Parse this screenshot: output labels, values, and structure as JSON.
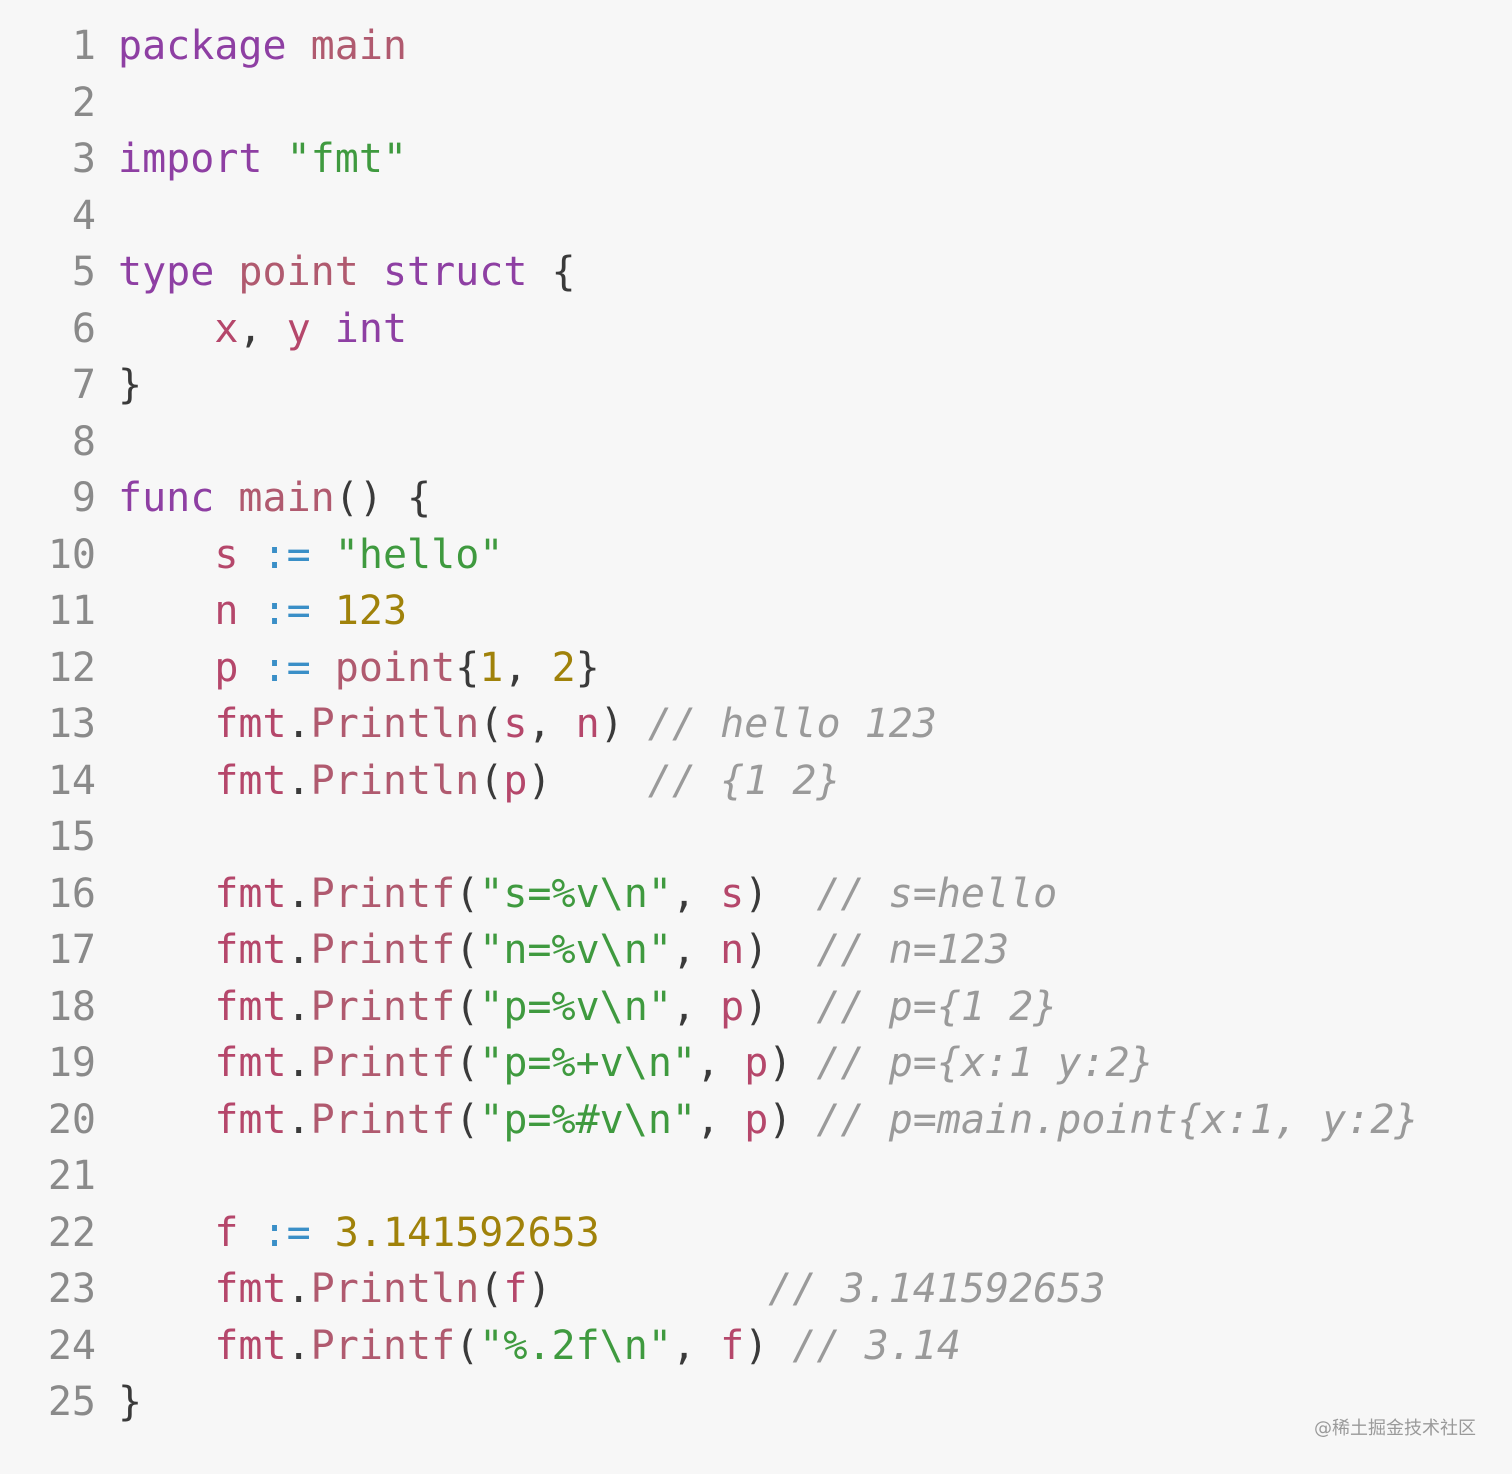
{
  "editor": {
    "lines": [
      {
        "n": "1",
        "t": [
          {
            "s": "package",
            "c": "kw"
          },
          {
            "s": " ",
            "c": "pun"
          },
          {
            "s": "main",
            "c": "fn"
          }
        ]
      },
      {
        "n": "2",
        "t": []
      },
      {
        "n": "3",
        "t": [
          {
            "s": "import",
            "c": "kw"
          },
          {
            "s": " ",
            "c": "pun"
          },
          {
            "s": "\"fmt\"",
            "c": "str"
          }
        ]
      },
      {
        "n": "4",
        "t": []
      },
      {
        "n": "5",
        "t": [
          {
            "s": "type",
            "c": "kw"
          },
          {
            "s": " ",
            "c": "pun"
          },
          {
            "s": "point",
            "c": "fn"
          },
          {
            "s": " ",
            "c": "pun"
          },
          {
            "s": "struct",
            "c": "kw"
          },
          {
            "s": " {",
            "c": "pun"
          }
        ]
      },
      {
        "n": "6",
        "t": [
          {
            "s": "    ",
            "c": "pun"
          },
          {
            "s": "x",
            "c": "var"
          },
          {
            "s": ", ",
            "c": "pun"
          },
          {
            "s": "y",
            "c": "var"
          },
          {
            "s": " ",
            "c": "pun"
          },
          {
            "s": "int",
            "c": "ty"
          }
        ]
      },
      {
        "n": "7",
        "t": [
          {
            "s": "}",
            "c": "pun"
          }
        ]
      },
      {
        "n": "8",
        "t": []
      },
      {
        "n": "9",
        "t": [
          {
            "s": "func",
            "c": "kw"
          },
          {
            "s": " ",
            "c": "pun"
          },
          {
            "s": "main",
            "c": "fn"
          },
          {
            "s": "() {",
            "c": "pun"
          }
        ]
      },
      {
        "n": "10",
        "t": [
          {
            "s": "    ",
            "c": "pun"
          },
          {
            "s": "s",
            "c": "var"
          },
          {
            "s": " ",
            "c": "pun"
          },
          {
            "s": ":=",
            "c": "op"
          },
          {
            "s": " ",
            "c": "pun"
          },
          {
            "s": "\"hello\"",
            "c": "str"
          }
        ]
      },
      {
        "n": "11",
        "t": [
          {
            "s": "    ",
            "c": "pun"
          },
          {
            "s": "n",
            "c": "var"
          },
          {
            "s": " ",
            "c": "pun"
          },
          {
            "s": ":=",
            "c": "op"
          },
          {
            "s": " ",
            "c": "pun"
          },
          {
            "s": "123",
            "c": "num"
          }
        ]
      },
      {
        "n": "12",
        "t": [
          {
            "s": "    ",
            "c": "pun"
          },
          {
            "s": "p",
            "c": "var"
          },
          {
            "s": " ",
            "c": "pun"
          },
          {
            "s": ":=",
            "c": "op"
          },
          {
            "s": " ",
            "c": "pun"
          },
          {
            "s": "point",
            "c": "fn"
          },
          {
            "s": "{",
            "c": "pun"
          },
          {
            "s": "1",
            "c": "num"
          },
          {
            "s": ", ",
            "c": "pun"
          },
          {
            "s": "2",
            "c": "num"
          },
          {
            "s": "}",
            "c": "pun"
          }
        ]
      },
      {
        "n": "13",
        "t": [
          {
            "s": "    ",
            "c": "pun"
          },
          {
            "s": "fmt",
            "c": "pkg"
          },
          {
            "s": ".",
            "c": "pun"
          },
          {
            "s": "Println",
            "c": "fn"
          },
          {
            "s": "(",
            "c": "pun"
          },
          {
            "s": "s",
            "c": "var"
          },
          {
            "s": ", ",
            "c": "pun"
          },
          {
            "s": "n",
            "c": "var"
          },
          {
            "s": ") ",
            "c": "pun"
          },
          {
            "s": "// hello 123",
            "c": "cm"
          }
        ]
      },
      {
        "n": "14",
        "t": [
          {
            "s": "    ",
            "c": "pun"
          },
          {
            "s": "fmt",
            "c": "pkg"
          },
          {
            "s": ".",
            "c": "pun"
          },
          {
            "s": "Println",
            "c": "fn"
          },
          {
            "s": "(",
            "c": "pun"
          },
          {
            "s": "p",
            "c": "var"
          },
          {
            "s": ")    ",
            "c": "pun"
          },
          {
            "s": "// {1 2}",
            "c": "cm"
          }
        ]
      },
      {
        "n": "15",
        "t": []
      },
      {
        "n": "16",
        "t": [
          {
            "s": "    ",
            "c": "pun"
          },
          {
            "s": "fmt",
            "c": "pkg"
          },
          {
            "s": ".",
            "c": "pun"
          },
          {
            "s": "Printf",
            "c": "fn"
          },
          {
            "s": "(",
            "c": "pun"
          },
          {
            "s": "\"s=%v\\n\"",
            "c": "str"
          },
          {
            "s": ", ",
            "c": "pun"
          },
          {
            "s": "s",
            "c": "var"
          },
          {
            "s": ")  ",
            "c": "pun"
          },
          {
            "s": "// s=hello",
            "c": "cm"
          }
        ]
      },
      {
        "n": "17",
        "t": [
          {
            "s": "    ",
            "c": "pun"
          },
          {
            "s": "fmt",
            "c": "pkg"
          },
          {
            "s": ".",
            "c": "pun"
          },
          {
            "s": "Printf",
            "c": "fn"
          },
          {
            "s": "(",
            "c": "pun"
          },
          {
            "s": "\"n=%v\\n\"",
            "c": "str"
          },
          {
            "s": ", ",
            "c": "pun"
          },
          {
            "s": "n",
            "c": "var"
          },
          {
            "s": ")  ",
            "c": "pun"
          },
          {
            "s": "// n=123",
            "c": "cm"
          }
        ]
      },
      {
        "n": "18",
        "t": [
          {
            "s": "    ",
            "c": "pun"
          },
          {
            "s": "fmt",
            "c": "pkg"
          },
          {
            "s": ".",
            "c": "pun"
          },
          {
            "s": "Printf",
            "c": "fn"
          },
          {
            "s": "(",
            "c": "pun"
          },
          {
            "s": "\"p=%v\\n\"",
            "c": "str"
          },
          {
            "s": ", ",
            "c": "pun"
          },
          {
            "s": "p",
            "c": "var"
          },
          {
            "s": ")  ",
            "c": "pun"
          },
          {
            "s": "// p={1 2}",
            "c": "cm"
          }
        ]
      },
      {
        "n": "19",
        "t": [
          {
            "s": "    ",
            "c": "pun"
          },
          {
            "s": "fmt",
            "c": "pkg"
          },
          {
            "s": ".",
            "c": "pun"
          },
          {
            "s": "Printf",
            "c": "fn"
          },
          {
            "s": "(",
            "c": "pun"
          },
          {
            "s": "\"p=%+v\\n\"",
            "c": "str"
          },
          {
            "s": ", ",
            "c": "pun"
          },
          {
            "s": "p",
            "c": "var"
          },
          {
            "s": ") ",
            "c": "pun"
          },
          {
            "s": "// p={x:1 y:2}",
            "c": "cm"
          }
        ]
      },
      {
        "n": "20",
        "t": [
          {
            "s": "    ",
            "c": "pun"
          },
          {
            "s": "fmt",
            "c": "pkg"
          },
          {
            "s": ".",
            "c": "pun"
          },
          {
            "s": "Printf",
            "c": "fn"
          },
          {
            "s": "(",
            "c": "pun"
          },
          {
            "s": "\"p=%#v\\n\"",
            "c": "str"
          },
          {
            "s": ", ",
            "c": "pun"
          },
          {
            "s": "p",
            "c": "var"
          },
          {
            "s": ") ",
            "c": "pun"
          },
          {
            "s": "// p=main.point{x:1, y:2}",
            "c": "cm"
          }
        ]
      },
      {
        "n": "21",
        "t": []
      },
      {
        "n": "22",
        "t": [
          {
            "s": "    ",
            "c": "pun"
          },
          {
            "s": "f",
            "c": "var"
          },
          {
            "s": " ",
            "c": "pun"
          },
          {
            "s": ":=",
            "c": "op"
          },
          {
            "s": " ",
            "c": "pun"
          },
          {
            "s": "3.141592653",
            "c": "num"
          }
        ]
      },
      {
        "n": "23",
        "t": [
          {
            "s": "    ",
            "c": "pun"
          },
          {
            "s": "fmt",
            "c": "pkg"
          },
          {
            "s": ".",
            "c": "pun"
          },
          {
            "s": "Println",
            "c": "fn"
          },
          {
            "s": "(",
            "c": "pun"
          },
          {
            "s": "f",
            "c": "var"
          },
          {
            "s": ")         ",
            "c": "pun"
          },
          {
            "s": "// 3.141592653",
            "c": "cm"
          }
        ]
      },
      {
        "n": "24",
        "t": [
          {
            "s": "    ",
            "c": "pun"
          },
          {
            "s": "fmt",
            "c": "pkg"
          },
          {
            "s": ".",
            "c": "pun"
          },
          {
            "s": "Printf",
            "c": "fn"
          },
          {
            "s": "(",
            "c": "pun"
          },
          {
            "s": "\"%.2f\\n\"",
            "c": "str"
          },
          {
            "s": ", ",
            "c": "pun"
          },
          {
            "s": "f",
            "c": "var"
          },
          {
            "s": ") ",
            "c": "pun"
          },
          {
            "s": "// 3.14",
            "c": "cm"
          }
        ]
      },
      {
        "n": "25",
        "t": [
          {
            "s": "}",
            "c": "pun"
          }
        ]
      }
    ]
  },
  "watermark": "@稀土掘金技术社区"
}
